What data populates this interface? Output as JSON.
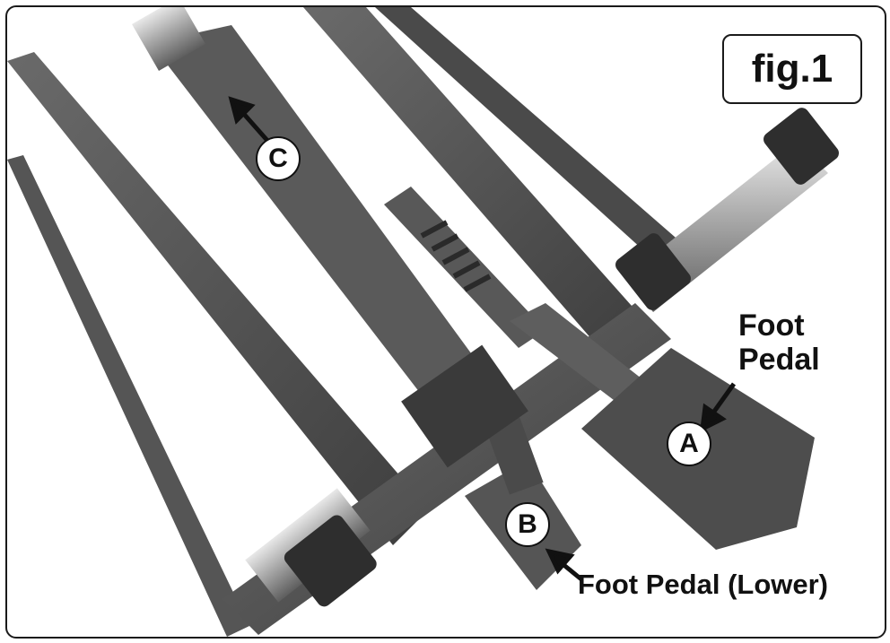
{
  "figure": {
    "label": "fig.1"
  },
  "callouts": {
    "a": {
      "letter": "A",
      "description_line1": "Foot",
      "description_line2": "Pedal"
    },
    "b": {
      "letter": "B",
      "description": "Foot Pedal (Lower)"
    },
    "c": {
      "letter": "C"
    }
  },
  "colors": {
    "frame_border": "#1a1a1a",
    "metal_dark": "#4a4a4a",
    "metal_mid": "#6b6b6b",
    "chrome": "#bdbdbd"
  }
}
